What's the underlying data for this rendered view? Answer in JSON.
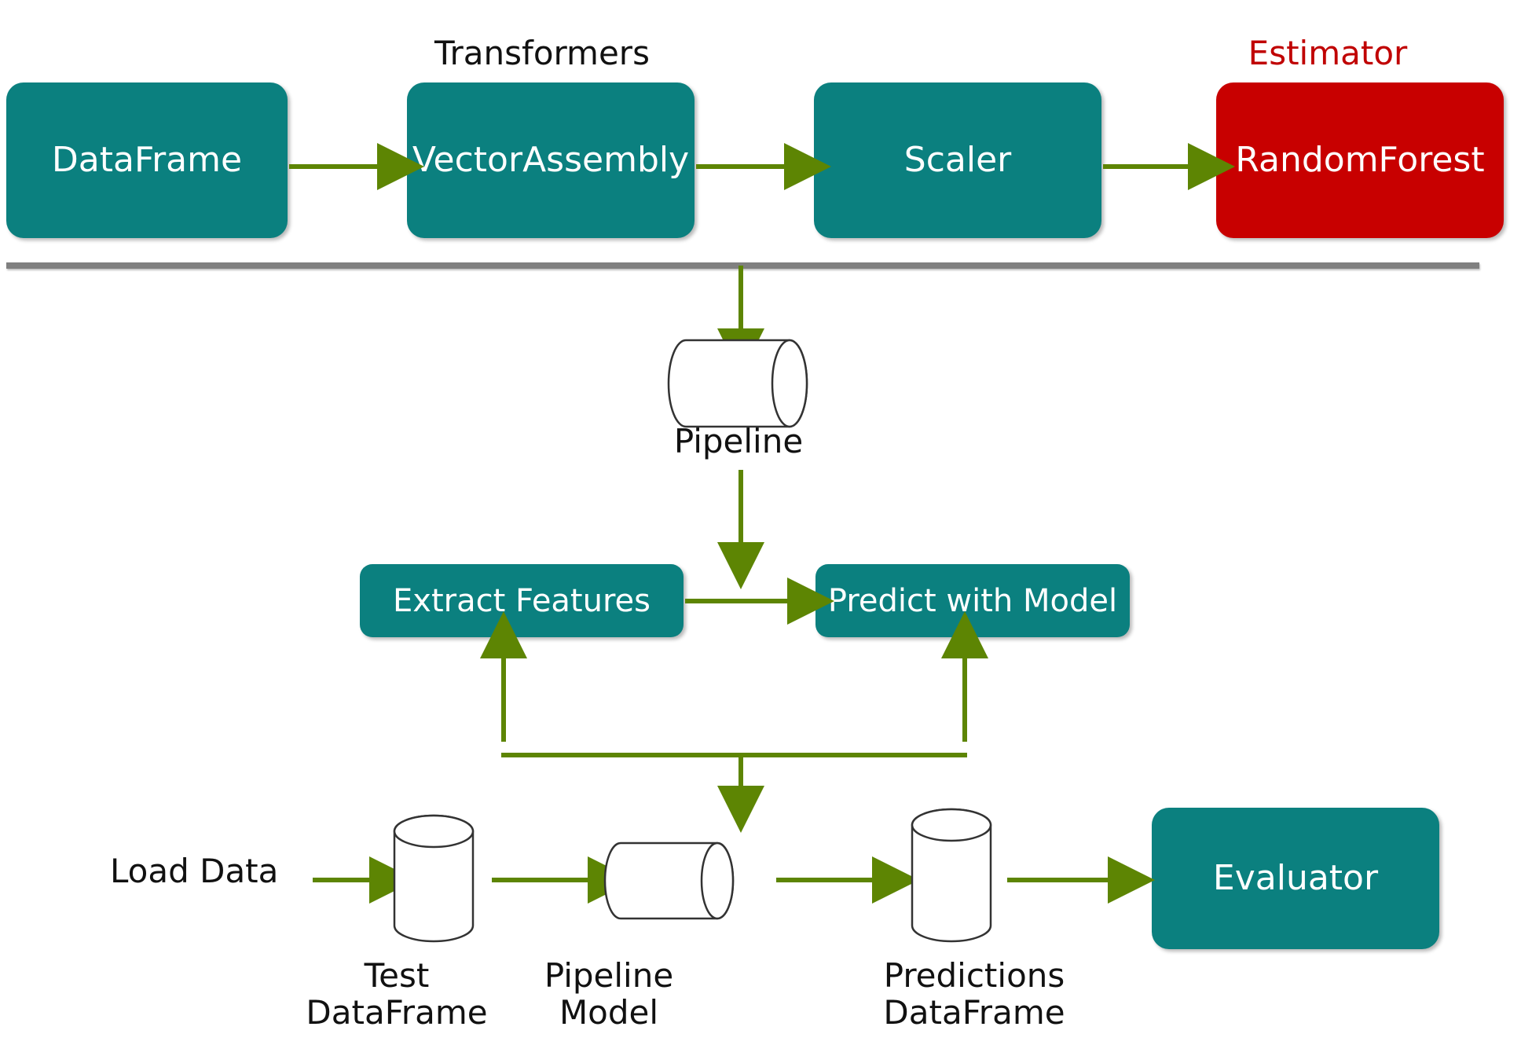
{
  "diagram": {
    "title_top_center": "Transformers",
    "title_top_right": "Estimator",
    "colors": {
      "node_teal": "#0b807f",
      "node_red": "#c80000",
      "arrow_green": "#5d8503",
      "separator_gray": "#808080",
      "label_black": "#111111",
      "label_red": "#c00000",
      "node_text": "#ffffff",
      "cylinder_stroke": "#333333",
      "cylinder_fill": "#ffffff"
    },
    "sections": {
      "training": {
        "group_label": "Transformers",
        "estimator_label": "Estimator",
        "nodes": [
          {
            "id": "dataframe",
            "label": "DataFrame",
            "kind": "rounded-box",
            "fill": "teal"
          },
          {
            "id": "vectorassembly",
            "label": "VectorAssembly",
            "kind": "rounded-box",
            "fill": "teal"
          },
          {
            "id": "scaler",
            "label": "Scaler",
            "kind": "rounded-box",
            "fill": "teal"
          },
          {
            "id": "randomforest",
            "label": "RandomForest",
            "kind": "rounded-box",
            "fill": "red"
          }
        ]
      },
      "pipeline": {
        "cylinder_label": "Pipeline",
        "orientation": "horizontal"
      },
      "stages": {
        "nodes": [
          {
            "id": "extract-features",
            "label": "Extract Features",
            "kind": "rounded-box",
            "fill": "teal"
          },
          {
            "id": "predict-with-model",
            "label": "Predict with Model",
            "kind": "rounded-box",
            "fill": "teal"
          }
        ]
      },
      "inference": {
        "start_label": "Load Data",
        "nodes": [
          {
            "id": "test-dataframe",
            "label_line1": "Test",
            "label_line2": "DataFrame",
            "kind": "cylinder-vertical"
          },
          {
            "id": "pipeline-model",
            "label_line1": "Pipeline",
            "label_line2": "Model",
            "kind": "cylinder-horizontal"
          },
          {
            "id": "predictions-dataframe",
            "label_line1": "Predictions",
            "label_line2": "DataFrame",
            "kind": "cylinder-vertical"
          },
          {
            "id": "evaluator",
            "label": "Evaluator",
            "kind": "rounded-box",
            "fill": "teal"
          }
        ]
      }
    }
  }
}
